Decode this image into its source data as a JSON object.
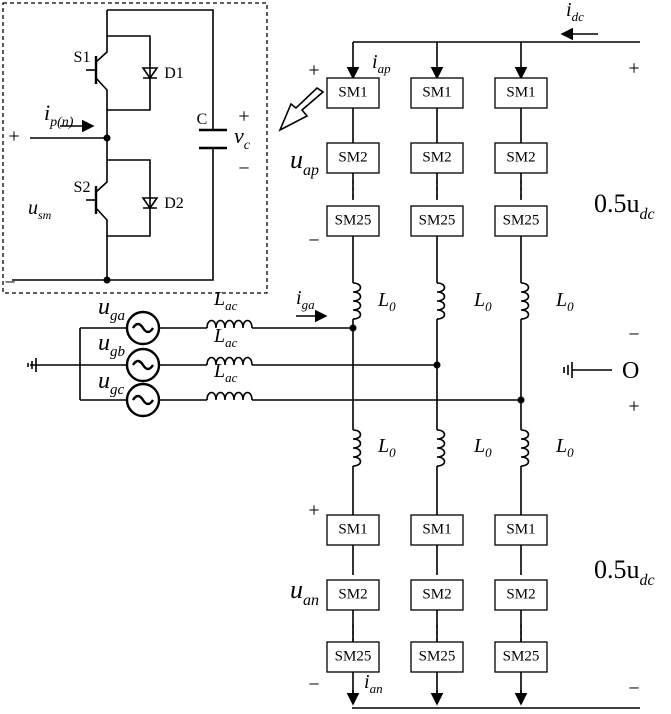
{
  "modules": {
    "sm1": "SM1",
    "sm2": "SM2",
    "sm25": "SM25"
  },
  "inset": {
    "s1": "S1",
    "s2": "S2",
    "d1": "D1",
    "d2": "D2",
    "c": "C",
    "vc": "v",
    "vc_sub": "c",
    "ipn": "i",
    "ipn_sub": "p(n)",
    "usm": "u",
    "usm_sub": "sm",
    "plus_left": "+",
    "plus_right": "+",
    "minus_right": "−",
    "minus_left": "−"
  },
  "labels": {
    "idc": "i",
    "idc_sub": "dc",
    "iap": "i",
    "iap_sub": "ap",
    "uap": "u",
    "uap_sub": "ap",
    "ian": "i",
    "ian_sub": "an",
    "uan": "u",
    "uan_sub": "an",
    "iga": "i",
    "iga_sub": "ga",
    "uga": "u",
    "uga_sub": "ga",
    "ugb": "u",
    "ugb_sub": "gb",
    "ugc": "u",
    "ugc_sub": "gc",
    "lac": "L",
    "lac_sub": "ac",
    "l0": "L",
    "l0_sub": "0",
    "half_udc_top": "0.5u",
    "half_udc_top_sub": "dc",
    "half_udc_bot": "0.5u",
    "half_udc_bot_sub": "dc",
    "o": "O",
    "plus": "+",
    "minus": "−"
  }
}
